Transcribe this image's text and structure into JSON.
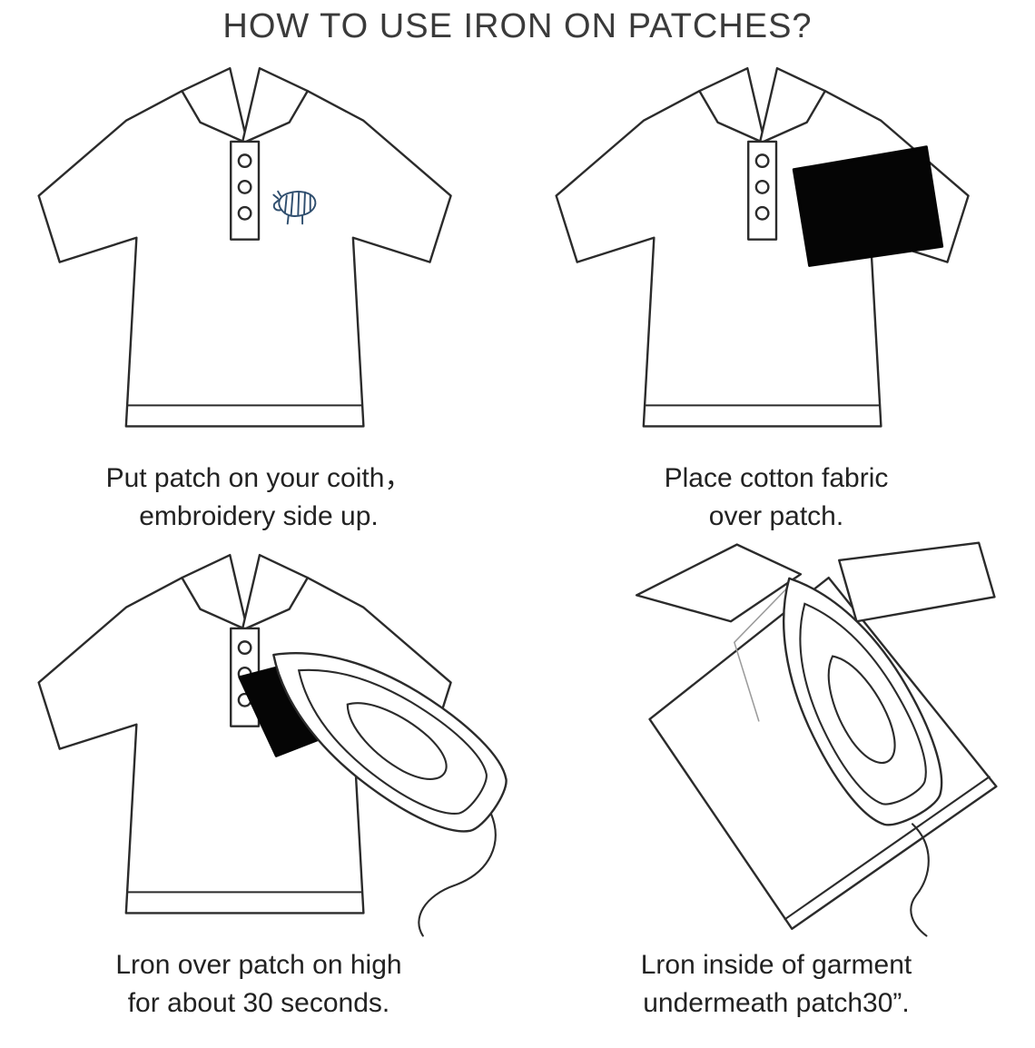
{
  "title": "HOW TO USE IRON ON PATCHES?",
  "steps": [
    {
      "line1": "Put patch on your coith，",
      "line2": "embroidery side up."
    },
    {
      "line1": "Place cotton fabric",
      "line2": "over patch."
    },
    {
      "line1": "Lron over patch on high",
      "line2": "for about 30 seconds."
    },
    {
      "line1": "Lron inside of garment",
      "line2": "undermeath patch30”."
    }
  ],
  "colors": {
    "line": "#2b2b2b",
    "fabric": "#050505",
    "patch": "#2f4e6e",
    "guide": "#9b9b9b",
    "text": "#222222"
  }
}
